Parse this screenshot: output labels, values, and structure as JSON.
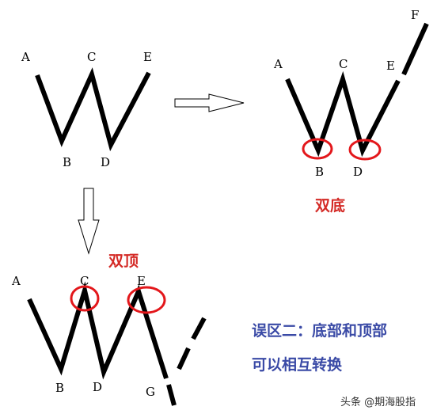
{
  "colors": {
    "line": "#000000",
    "highlight": "#e3171b",
    "title_red": "#d42a26",
    "note_blue": "#3a4aa6",
    "watermark": "#333333"
  },
  "diagram_top_left": {
    "points": {
      "A": "A",
      "B": "B",
      "C": "C",
      "D": "D",
      "E": "E"
    }
  },
  "diagram_top_right": {
    "points": {
      "A": "A",
      "B": "B",
      "C": "C",
      "D": "D",
      "E": "E",
      "F": "F"
    },
    "title": "双底"
  },
  "diagram_bottom": {
    "points": {
      "A": "A",
      "B": "B",
      "C": "C",
      "D": "D",
      "E": "E",
      "G": "G"
    },
    "title": "双顶"
  },
  "note": {
    "line1": "误区二：底部和顶部",
    "line2": "可以相互转换"
  },
  "watermark": {
    "text": "头条 @期海股指"
  }
}
